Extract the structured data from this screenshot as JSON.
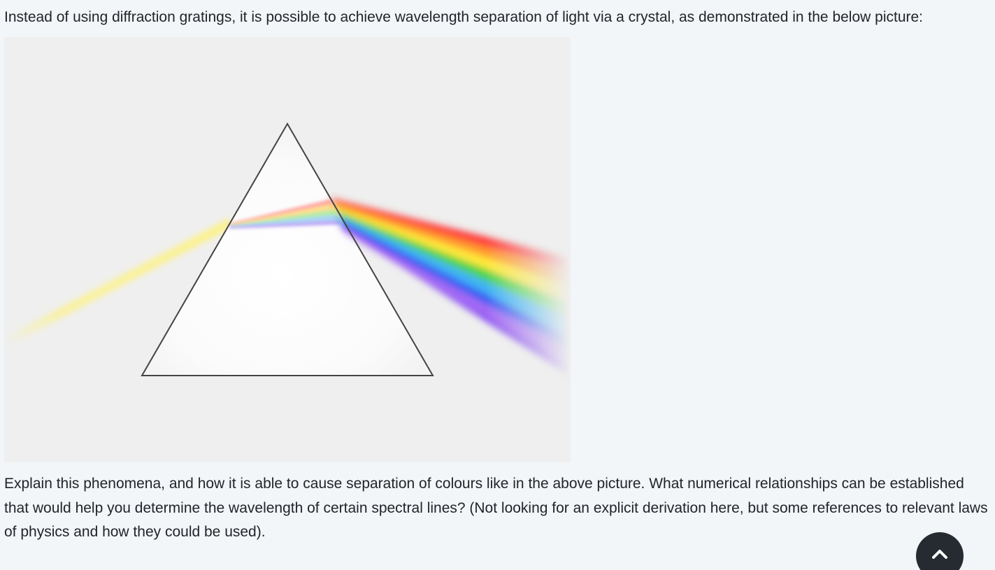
{
  "content": {
    "intro_text": "Instead of using diffraction gratings, it is possible to achieve wavelength separation of light via a crystal, as demonstrated in the below picture:",
    "question_text": "Explain this phenomena, and how it is able to cause separation of colours like in the above picture. What numerical relationships can be established that would help you determine the wavelength of certain spectral lines? (Not looking for an explicit derivation here, but some references to relevant laws of physics and how they could be used)."
  },
  "figure": {
    "description_icon": "prism-dispersion-image",
    "background": "#efefef",
    "incoming_beam_color": "#fff27a",
    "spectrum_colors": [
      "#ff3b3b",
      "#ff9a2e",
      "#ffe83a",
      "#4fd44a",
      "#3fb3f5",
      "#3a5cf2",
      "#7a3df0",
      "#b77cf5"
    ]
  },
  "controls": {
    "scroll_top_icon": "chevron-up-icon",
    "scroll_top_bg": "#252b30"
  }
}
